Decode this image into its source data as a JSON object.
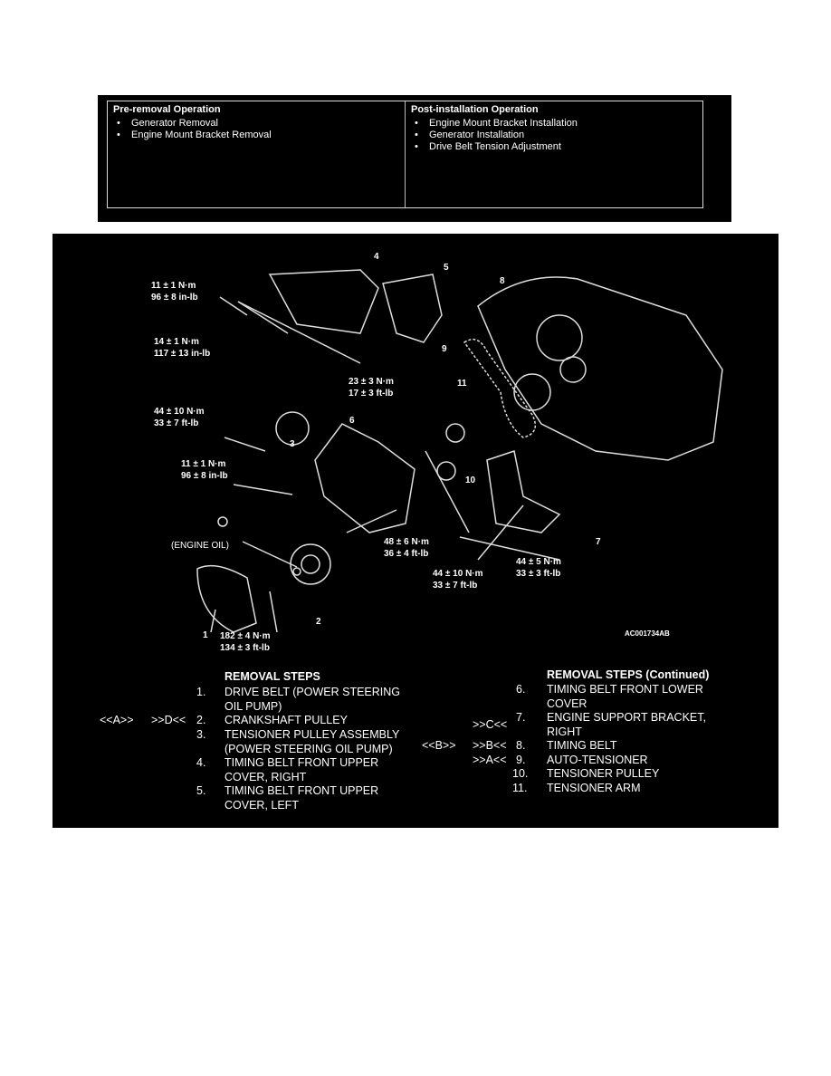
{
  "operations": {
    "pre": {
      "title": "Pre-removal Operation",
      "items": [
        "Generator Removal",
        "Engine Mount Bracket Removal"
      ]
    },
    "post": {
      "title": "Post-installation Operation",
      "items": [
        "Engine Mount Bracket Installation",
        "Generator Installation",
        "Drive Belt Tension Adjustment"
      ]
    }
  },
  "diagram": {
    "parts": [
      "1",
      "2",
      "3",
      "4",
      "5",
      "6",
      "7",
      "8",
      "9",
      "10",
      "11"
    ],
    "torques": [
      [
        "11 ± 1 N·m",
        "96 ± 8 in-lb"
      ],
      [
        "14 ± 1 N·m",
        "117 ± 13 in-lb"
      ],
      [
        "23 ± 3 N·m",
        "17 ± 3 ft-lb"
      ],
      [
        "44 ± 10 N·m",
        "33 ± 7 ft-lb"
      ],
      [
        "11 ± 1 N·m",
        "96 ± 8 in-lb"
      ],
      [
        "48 ± 6 N·m",
        "36 ± 4 ft-lb"
      ],
      [
        "44 ± 10 N·m",
        "33 ± 7 ft-lb"
      ],
      [
        "44 ± 5 N·m",
        "33 ± 3 ft-lb"
      ],
      [
        "182 ± 4 N·m",
        "134 ± 3 ft-lb"
      ]
    ],
    "engine_oil": "(ENGINE OIL)",
    "code": "AC001734AB"
  },
  "steps": {
    "heading": "REMOVAL STEPS",
    "heading2": "REMOVAL STEPS (Continued)",
    "items": [
      {
        "num": "1.",
        "l1": "DRIVE BELT (POWER STEERING",
        "l2": "OIL PUMP)"
      },
      {
        "num": "2.",
        "l1": "CRANKSHAFT PULLEY",
        "c1": "<<A>>",
        "c2": ">>D<<"
      },
      {
        "num": "3.",
        "l1": "TENSIONER PULLEY ASSEMBLY",
        "l2": "(POWER STEERING OIL PUMP)"
      },
      {
        "num": "4.",
        "l1": "TIMING BELT FRONT UPPER",
        "l2": "COVER, RIGHT"
      },
      {
        "num": "5.",
        "l1": "TIMING BELT FRONT UPPER",
        "l2": "COVER, LEFT"
      },
      {
        "num": "6.",
        "l1": "TIMING BELT FRONT LOWER",
        "l2": "COVER"
      },
      {
        "num": "7.",
        "l1": "ENGINE SUPPORT BRACKET,",
        "l2": "RIGHT",
        "c2": ">>C<<"
      },
      {
        "num": "8.",
        "l1": "TIMING BELT",
        "c1": "<<B>>",
        "c2": ">>B<<"
      },
      {
        "num": "9.",
        "l1": "AUTO-TENSIONER",
        "c2": ">>A<<"
      },
      {
        "num": "10.",
        "l1": "TENSIONER PULLEY"
      },
      {
        "num": "11.",
        "l1": "TENSIONER ARM"
      }
    ]
  }
}
